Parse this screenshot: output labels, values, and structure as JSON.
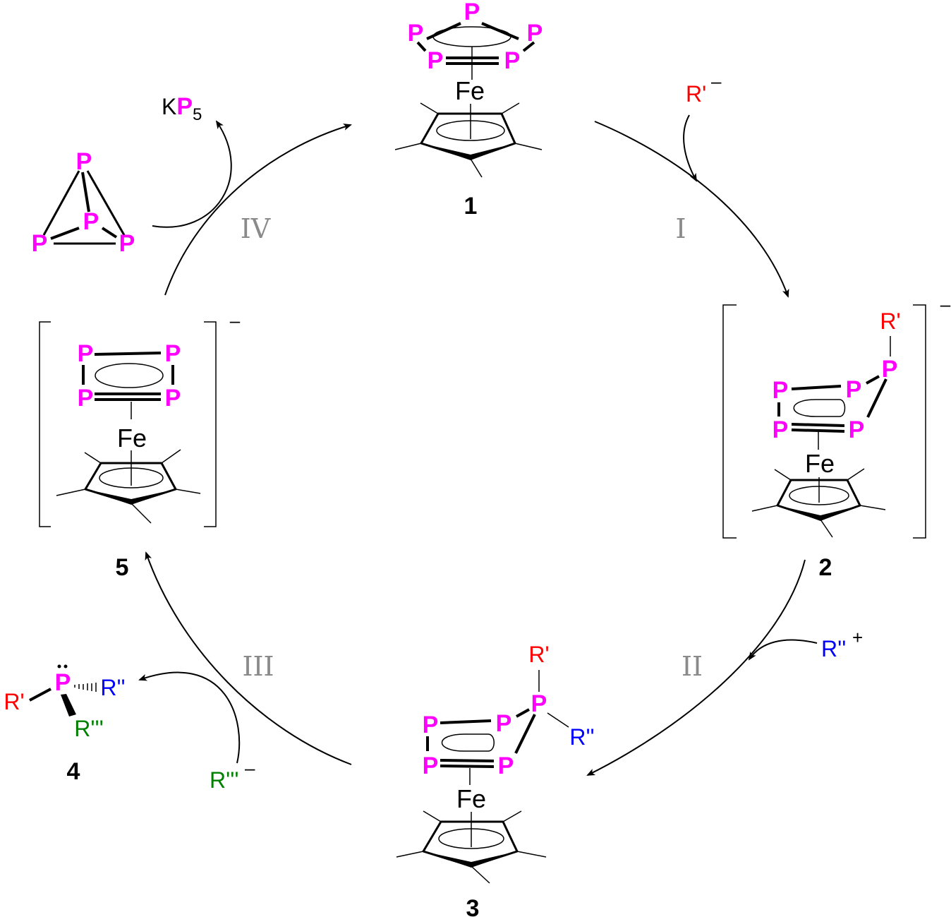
{
  "diagram": {
    "colors": {
      "phosphorus": "#ff00ff",
      "r_prime": "#ff0000",
      "r_double_prime": "#0000ff",
      "r_triple_prime": "#008000",
      "step_label": "#8a8a8a",
      "bonds": "#000000"
    },
    "atoms": {
      "phosphorus": "P",
      "iron": "Fe",
      "potassium": "K"
    },
    "compounds": {
      "c1": {
        "number": "1"
      },
      "c2": {
        "number": "2",
        "charge": "–"
      },
      "c3": {
        "number": "3"
      },
      "c4": {
        "number": "4"
      },
      "c5": {
        "number": "5",
        "charge": "–"
      }
    },
    "reagents": {
      "r_prime": {
        "label": "R'",
        "charge": "–"
      },
      "r_double_prime": {
        "label": "R''",
        "charge": "+"
      },
      "r_triple_prime": {
        "label": "R'''",
        "charge": "–"
      },
      "byproduct": {
        "element": "K",
        "p": "P",
        "subscript": "5"
      }
    },
    "substituents": {
      "r_prime": "R'",
      "r_double_prime": "R''",
      "r_triple_prime": "R'''"
    },
    "steps": [
      "I",
      "II",
      "III",
      "IV"
    ]
  }
}
